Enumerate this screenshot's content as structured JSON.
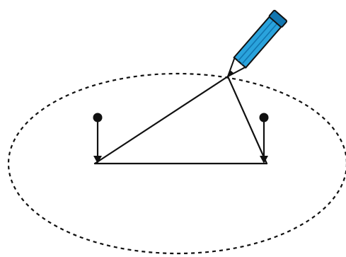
{
  "diagram": {
    "kind": "ellipse-construction-with-string-and-two-pins",
    "colors": {
      "ink": "#111111",
      "pencil_body": "#2aa3dc",
      "pencil_body_dark": "#1276b0",
      "pencil_wood": "#ffffff",
      "background": "#ffffff"
    },
    "icons": {
      "pencil": "pencil-icon",
      "pins": "pin-icon"
    },
    "ellipse_style": "dashed",
    "pin_count": 2
  }
}
